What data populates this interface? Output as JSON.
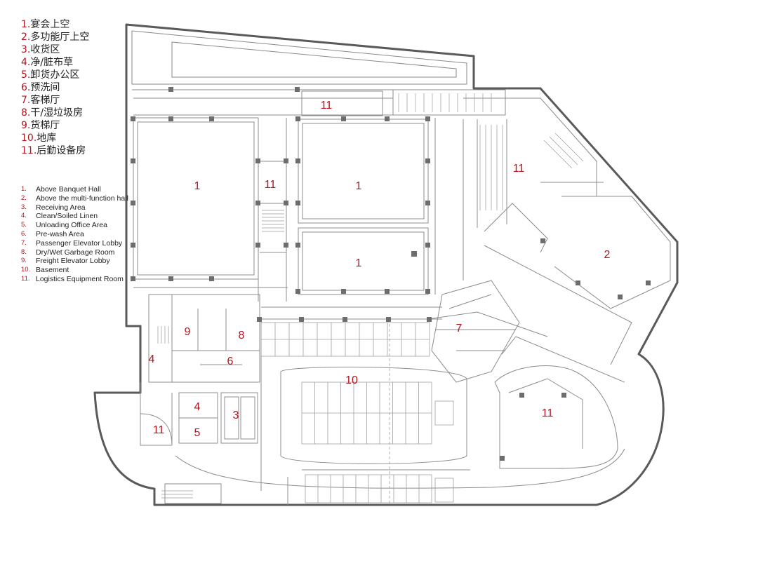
{
  "legend_zh": [
    {
      "num": "1.",
      "text": "宴会上空"
    },
    {
      "num": "2.",
      "text": "多功能厅上空"
    },
    {
      "num": "3.",
      "text": "收货区"
    },
    {
      "num": "4.",
      "text": "净/脏布草"
    },
    {
      "num": "5.",
      "text": "卸货办公区"
    },
    {
      "num": "6.",
      "text": "预洗间"
    },
    {
      "num": "7.",
      "text": "客梯厅"
    },
    {
      "num": "8.",
      "text": "干/湿垃圾房"
    },
    {
      "num": "9.",
      "text": "货梯厅"
    },
    {
      "num": "10.",
      "text": "地库"
    },
    {
      "num": "11.",
      "text": "后勤设备房"
    }
  ],
  "legend_en": [
    {
      "num": "1.",
      "text": "Above Banquet Hall"
    },
    {
      "num": "2.",
      "text": "Above the multi-function hall"
    },
    {
      "num": "3.",
      "text": "Receiving Area"
    },
    {
      "num": "4.",
      "text": "Clean/Soiled Linen"
    },
    {
      "num": "5.",
      "text": "Unloading Office Area"
    },
    {
      "num": "6.",
      "text": "Pre-wash Area"
    },
    {
      "num": "7.",
      "text": "Passenger Elevator Lobby"
    },
    {
      "num": "8.",
      "text": "Dry/Wet Garbage Room"
    },
    {
      "num": "9.",
      "text": "Freight Elevator Lobby"
    },
    {
      "num": "10.",
      "text": "Basement"
    },
    {
      "num": "11.",
      "text": "Logistics Equipment Room"
    }
  ],
  "room_labels": [
    "1",
    "1",
    "1",
    "2",
    "3",
    "4",
    "4",
    "5",
    "6",
    "7",
    "8",
    "9",
    "10",
    "11",
    "11",
    "11",
    "11",
    "11"
  ],
  "colors": {
    "label": "#b3141e",
    "wall": "#555555",
    "line": "#8a8a8a",
    "column": "#6d6d6d"
  }
}
